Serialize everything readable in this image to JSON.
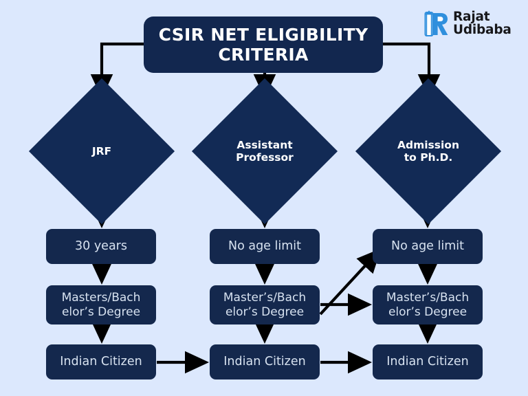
{
  "page": {
    "background_color": "#dce8fd",
    "node_color": "#12274f",
    "text_color": "#d7e2f0",
    "title_text_color": "#ffffff",
    "connector_color": "#000000"
  },
  "logo": {
    "line1": "Rajat",
    "line2": "Udibaba",
    "mark_icon": "pencil-r-logo-icon",
    "mark_color": "#2f8fdd",
    "text_color": "#17171a"
  },
  "title": {
    "line1": "CSIR NET ELIGIBILITY",
    "line2": "CRITERIA"
  },
  "branches": [
    {
      "id": "jrf",
      "diamond_label_line1": "JRF",
      "diamond_label_line2": "",
      "steps": [
        {
          "id": "age",
          "line1": "30 years",
          "line2": ""
        },
        {
          "id": "degree",
          "line1": "Masters/Bach",
          "line2": "elor’s Degree"
        },
        {
          "id": "citizen",
          "line1": "Indian Citizen",
          "line2": ""
        }
      ]
    },
    {
      "id": "assistant-professor",
      "diamond_label_line1": "Assistant",
      "diamond_label_line2": "Professor",
      "steps": [
        {
          "id": "age",
          "line1": "No age limit",
          "line2": ""
        },
        {
          "id": "degree",
          "line1": "Master’s/Bach",
          "line2": "elor’s Degree"
        },
        {
          "id": "citizen",
          "line1": "Indian Citizen",
          "line2": ""
        }
      ]
    },
    {
      "id": "admission-to-phd",
      "diamond_label_line1": "Admission",
      "diamond_label_line2": "to Ph.D.",
      "steps": [
        {
          "id": "age",
          "line1": "No age limit",
          "line2": ""
        },
        {
          "id": "degree",
          "line1": "Master’s/Bach",
          "line2": "elor’s Degree"
        },
        {
          "id": "citizen",
          "line1": "Indian Citizen",
          "line2": ""
        }
      ]
    }
  ],
  "connectors": [
    {
      "id": "title-to-jrf",
      "type": "elbow-down-arrow"
    },
    {
      "id": "title-to-assistant-professor",
      "type": "straight-down-arrow"
    },
    {
      "id": "title-to-admission-to-phd",
      "type": "elbow-down-arrow"
    },
    {
      "id": "jrf-diamond-to-age",
      "type": "straight-down-arrow"
    },
    {
      "id": "jrf-age-to-degree",
      "type": "straight-down-arrow"
    },
    {
      "id": "jrf-degree-to-citizen",
      "type": "straight-down-arrow"
    },
    {
      "id": "ap-diamond-to-age",
      "type": "straight-down-arrow"
    },
    {
      "id": "ap-age-to-degree",
      "type": "straight-down-arrow"
    },
    {
      "id": "ap-degree-to-citizen",
      "type": "straight-down-arrow"
    },
    {
      "id": "phd-diamond-to-age",
      "type": "straight-down-arrow"
    },
    {
      "id": "phd-age-to-degree",
      "type": "straight-down-arrow"
    },
    {
      "id": "phd-degree-to-citizen",
      "type": "straight-down-arrow"
    },
    {
      "id": "ap-degree-to-phd-age",
      "type": "diagonal-up-right-arrow"
    },
    {
      "id": "ap-degree-to-phd-degree",
      "type": "horizontal-right-arrow"
    },
    {
      "id": "jrf-citizen-to-ap-citizen",
      "type": "horizontal-right-arrow"
    },
    {
      "id": "ap-citizen-to-phd-citizen",
      "type": "horizontal-right-arrow"
    }
  ]
}
